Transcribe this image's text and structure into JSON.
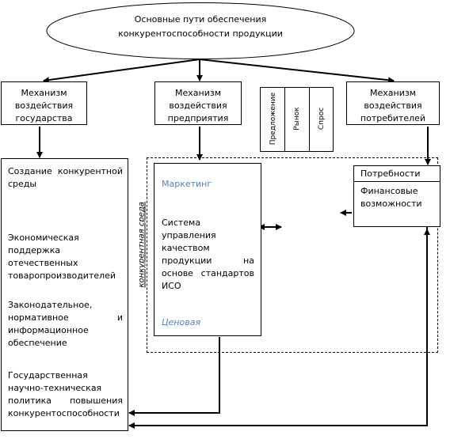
{
  "title": {
    "line1": "Основные пути обеспечения",
    "line2": "конкурентоспособности продукции"
  },
  "mechanisms": {
    "state": {
      "line1": "Механизм",
      "line2": "воздействия",
      "line3": "государства"
    },
    "enterprise": {
      "line1": "Механизм",
      "line2": "воздействия",
      "line3": "предприятия"
    },
    "consumer": {
      "line1": "Механизм",
      "line2": "воздействия",
      "line3": "потребителей"
    }
  },
  "market_columns": [
    "Предложение",
    "Рынок",
    "Спрос"
  ],
  "state_measures": {
    "item1": "Создание конкурентной среды",
    "item2": "Экономическая поддержка отечественных товаропроизводителей",
    "item3": "Законодательное, нормативное и информационное обеспечение",
    "item4": "Государственная научно-техническая политика повышения конкурентоспособности"
  },
  "competitive_environment": "конкурентная среда",
  "enterprise_tools": {
    "marketing": "Маркетинг",
    "quality": "Система управления качеством продукции на основе стандартов ИСО",
    "price": "Ценовая"
  },
  "consumer_factors": {
    "needs": "Потребности",
    "finance": "Финансовые возможности"
  },
  "colors": {
    "accent_text": "#4f81bd",
    "line": "#000000"
  }
}
